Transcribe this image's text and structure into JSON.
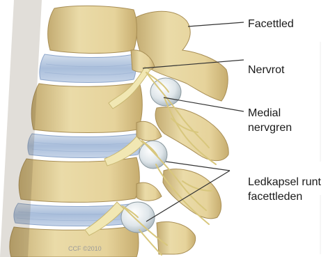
{
  "labels": {
    "facettled": "Facettled",
    "nervrot": "Nervrot",
    "medial_line1": "Medial",
    "medial_line2": "nervgren",
    "ledkapsel_line1": "Ledkapsel runt",
    "ledkapsel_line2": "facettleden"
  },
  "credit": "CCF ©2010",
  "colors": {
    "bone": "#e9d9a6",
    "bone_shadow": "#c8b27a",
    "bone_dark": "#a88e55",
    "disc": "#b9cbe3",
    "disc_line": "#8ea7cc",
    "nerve": "#f1e7b3",
    "nerve_stroke": "#c9b873",
    "capsule": "#dfe6ea",
    "leader": "#333333"
  }
}
